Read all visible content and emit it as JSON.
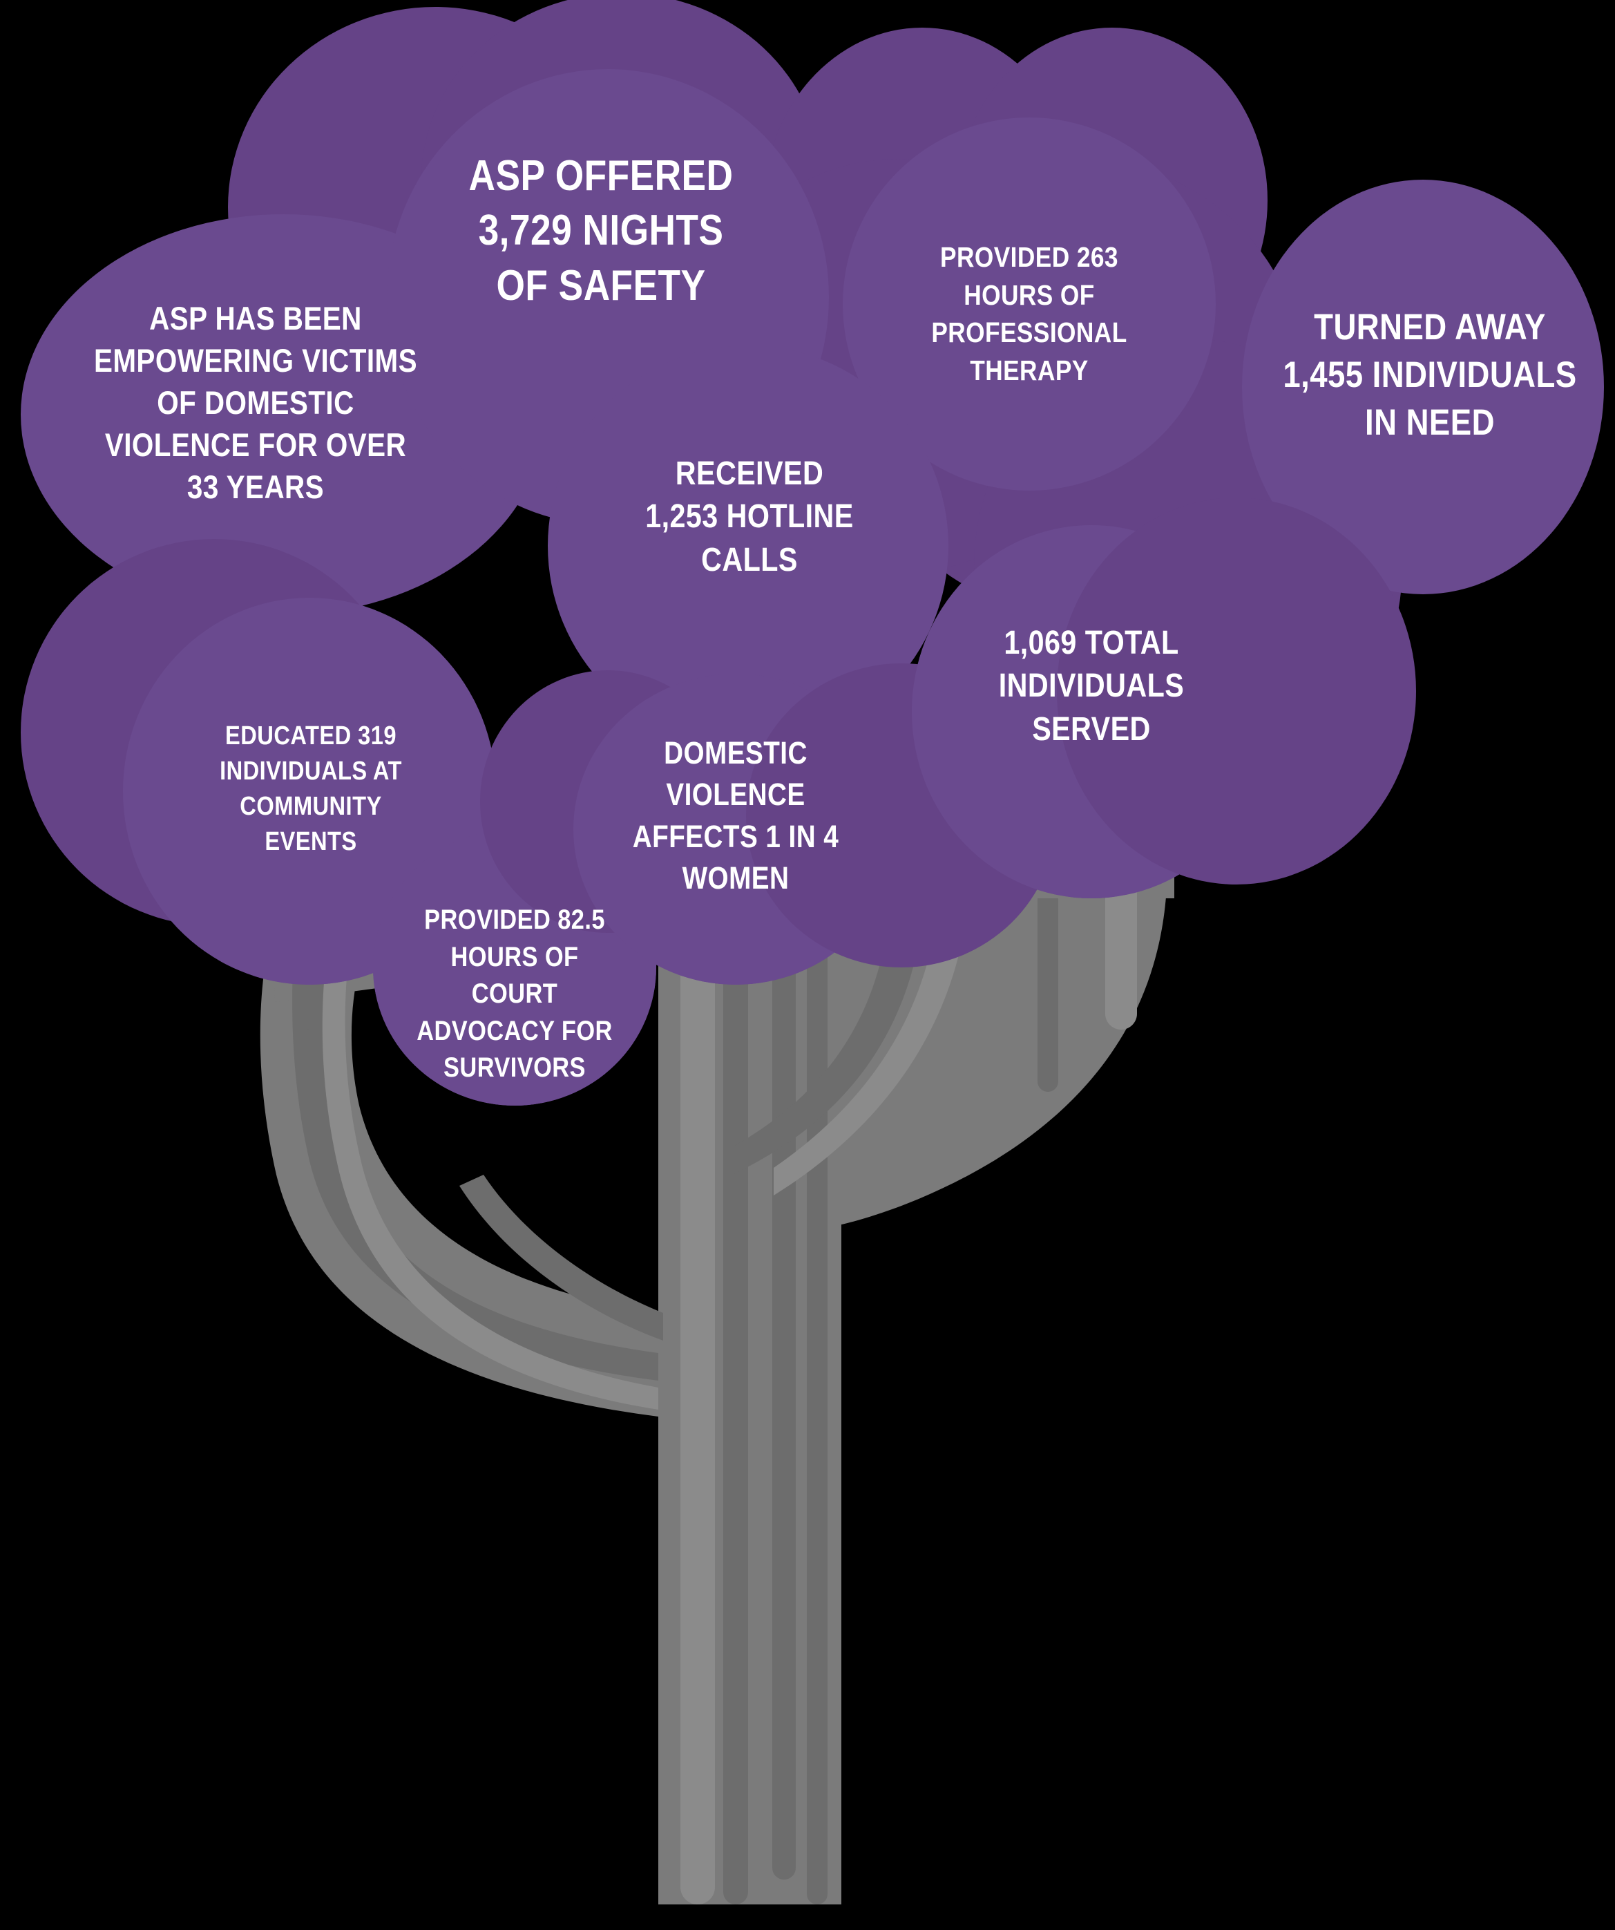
{
  "theme": {
    "background": "#000000",
    "canopy_purple": "#654387",
    "canopy_purple_light": "#6f4f92",
    "trunk_gray": "#7b7b7b",
    "trunk_gray_dark": "#6e6e6e",
    "trunk_gray_light": "#8a8a8a",
    "text_color": "#ffffff"
  },
  "organization": {
    "acronym": "ASP"
  },
  "illustration": {
    "name": "impact-tree",
    "description": "Stylized tree with purple foliage bubbles and a gray trunk that forks into two branches"
  },
  "bubbles": [
    {
      "id": "years-of-service",
      "text": "ASP HAS BEEN\nEMPOWERING VICTIMS\nOF DOMESTIC\nVIOLENCE FOR OVER\n33 YEARS",
      "metric": 33,
      "metric_unit": "years"
    },
    {
      "id": "nights-of-safety",
      "text": "ASP OFFERED\n3,729 NIGHTS\nOF SAFETY",
      "metric": 3729,
      "metric_unit": "nights of safety"
    },
    {
      "id": "professional-therapy",
      "text": "PROVIDED 263\nHOURS OF\nPROFESSIONAL\nTHERAPY",
      "metric": 263,
      "metric_unit": "hours of professional therapy"
    },
    {
      "id": "turned-away",
      "text": "TURNED AWAY\n1,455 INDIVIDUALS\nIN NEED",
      "metric": 1455,
      "metric_unit": "individuals turned away"
    },
    {
      "id": "hotline-calls",
      "text": "RECEIVED\n1,253 HOTLINE\nCALLS",
      "metric": 1253,
      "metric_unit": "hotline calls"
    },
    {
      "id": "individuals-served",
      "text": "1,069 TOTAL\nINDIVIDUALS\nSERVED",
      "metric": 1069,
      "metric_unit": "total individuals served"
    },
    {
      "id": "community-education",
      "text": "EDUCATED 319\nINDIVIDUALS AT\nCOMMUNITY\nEVENTS",
      "metric": 319,
      "metric_unit": "individuals educated"
    },
    {
      "id": "dv-prevalence",
      "text": "DOMESTIC\nVIOLENCE\nAFFECTS 1 IN 4\nWOMEN",
      "metric": "1 in 4",
      "metric_unit": "women affected"
    },
    {
      "id": "court-advocacy",
      "text": "PROVIDED 82.5\nHOURS OF COURT\nADVOCACY FOR\nSURVIVORS",
      "metric": 82.5,
      "metric_unit": "hours of court advocacy"
    }
  ]
}
